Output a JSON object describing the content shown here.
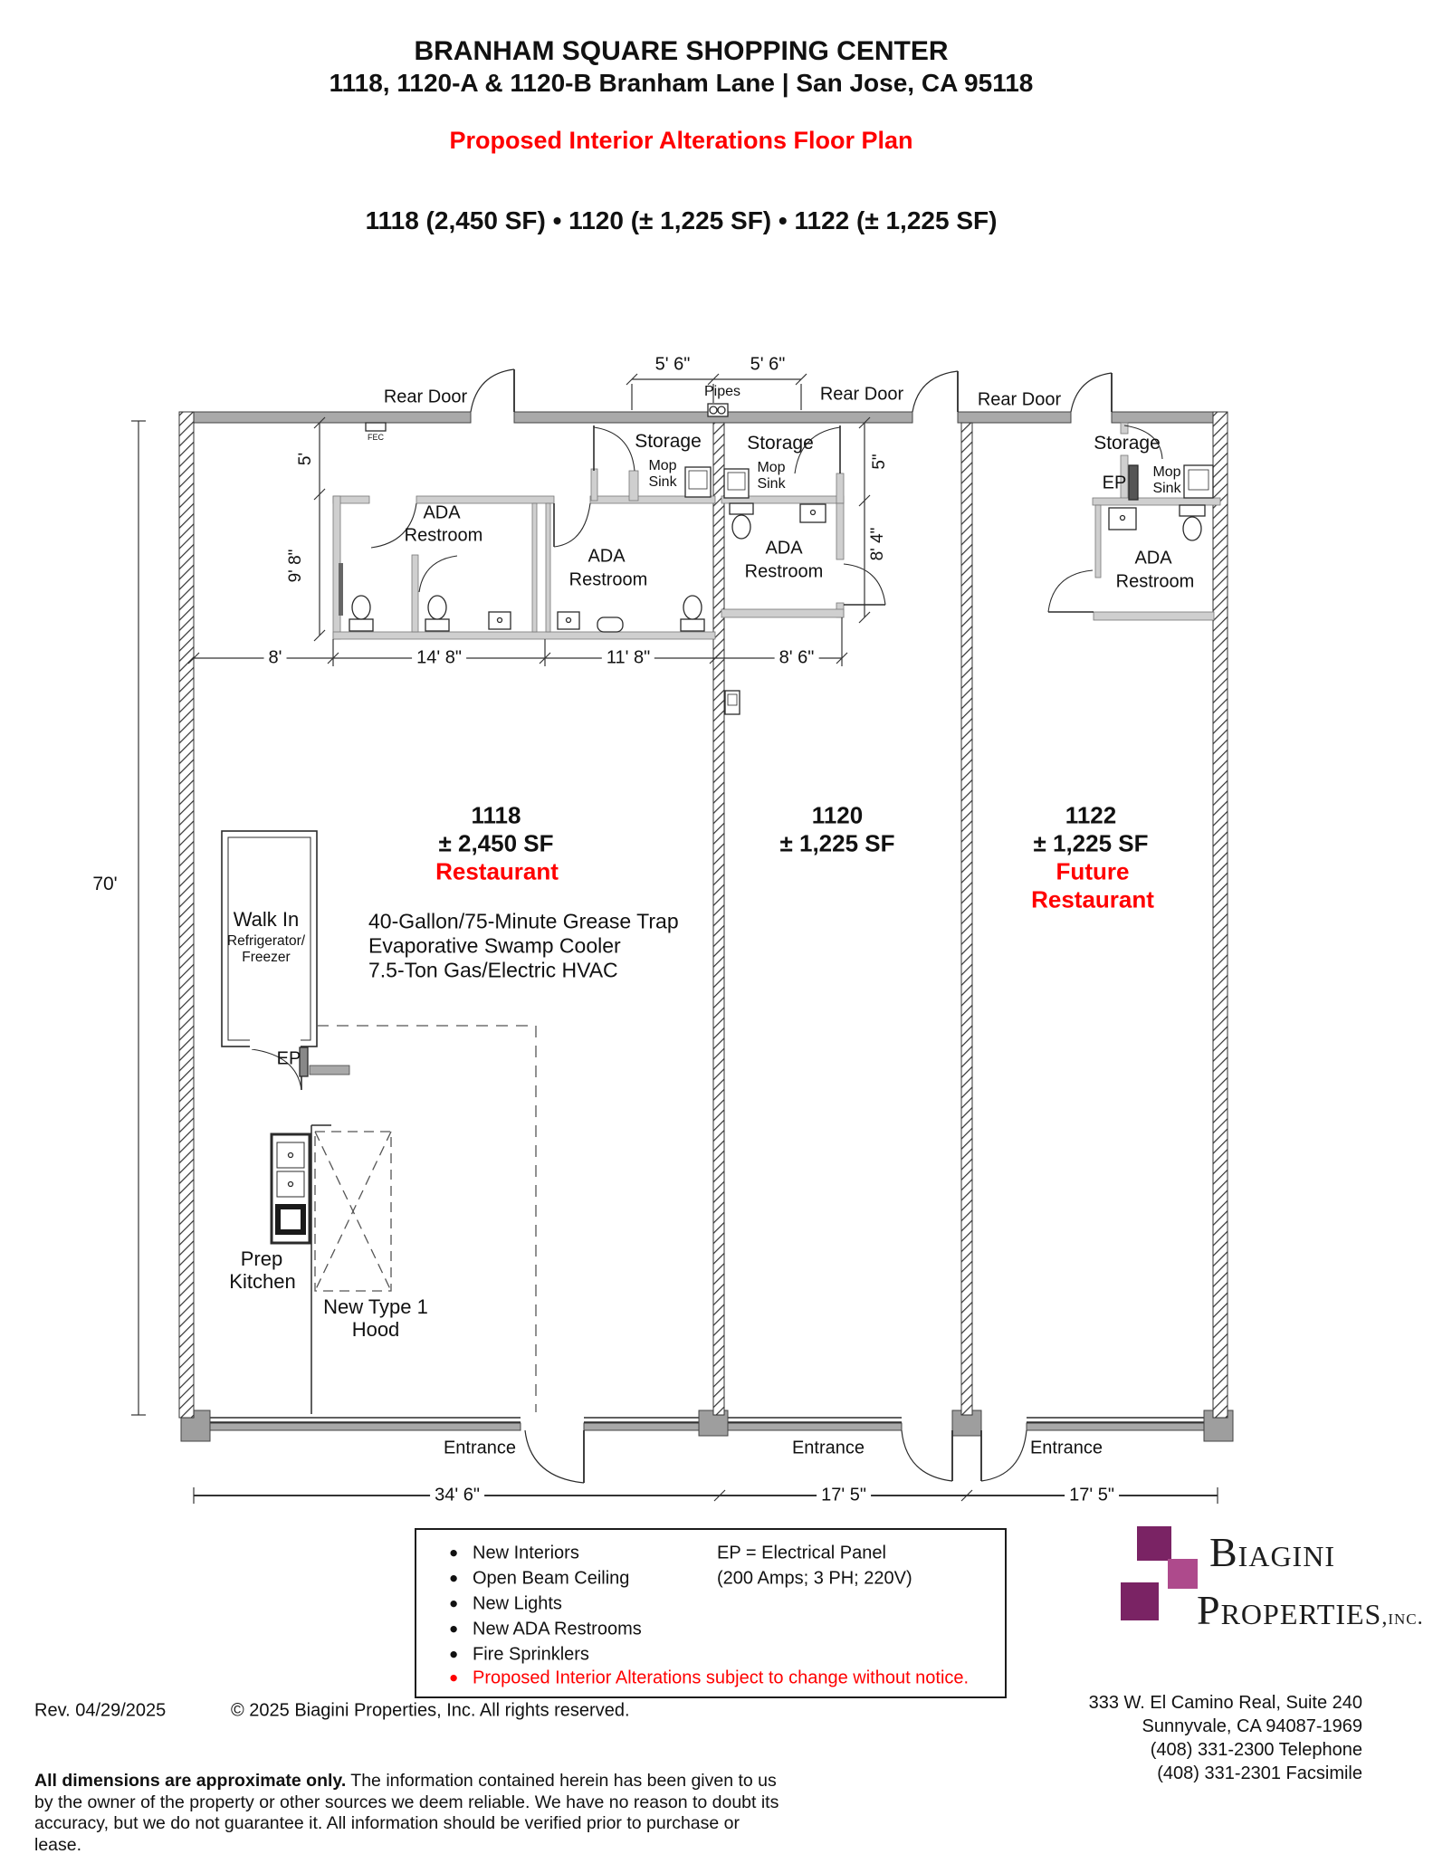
{
  "header": {
    "title": "BRANHAM SQUARE SHOPPING CENTER",
    "address": "1118, 1120-A & 1120-B Branham Lane | San Jose, CA 95118",
    "subtitle": "Proposed Interior Alterations Floor Plan",
    "sizes": "1118 (2,450 SF) • 1120 (± 1,225 SF) • 1122 (± 1,225 SF)"
  },
  "plan": {
    "labels": {
      "rear_door": "Rear Door",
      "entrance": "Entrance",
      "storage": "Storage",
      "mop": "Mop",
      "sink": "Sink",
      "ada": "ADA",
      "restroom": "Restroom",
      "pipes": "Pipes",
      "fec": "FEC",
      "ep": "EP",
      "walk_in": "Walk In",
      "refrigerator": "Refrigerator/",
      "freezer": "Freezer",
      "prep": "Prep",
      "kitchen": "Kitchen",
      "hood_line1": "New Type 1",
      "hood_line2": "Hood"
    },
    "units": {
      "u1118": {
        "number": "1118",
        "area": "± 2,450 SF",
        "use": "Restaurant",
        "notes": [
          "40-Gallon/75-Minute Grease Trap",
          "Evaporative Swamp Cooler",
          "7.5-Ton Gas/Electric HVAC"
        ]
      },
      "u1120": {
        "number": "1120",
        "area": "± 1,225 SF"
      },
      "u1122": {
        "number": "1122",
        "area": "± 1,225 SF",
        "use_line1": "Future",
        "use_line2": "Restaurant"
      }
    },
    "dims": {
      "w56": "5' 6\"",
      "h5": "5'",
      "h98": "9' 8\"",
      "w8": "8'",
      "w148": "14' 8\"",
      "w118": "11' 8\"",
      "w86": "8' 6\"",
      "h5b": "5\"",
      "h84": "8' 4\"",
      "h70": "70'",
      "w346": "34' 6\"",
      "w175": "17' 5\""
    }
  },
  "legend": {
    "items": [
      "New Interiors",
      "Open Beam Ceiling",
      "New Lights",
      "New ADA Restrooms",
      "Fire Sprinklers"
    ],
    "notice": "Proposed Interior Alterations subject to change without notice.",
    "ep_line1": "EP = Electrical Panel",
    "ep_line2": "(200 Amps; 3 PH; 220V)"
  },
  "footer": {
    "rev": "Rev. 04/29/2025",
    "copyright": "© 2025 Biagini Properties, Inc.  All rights reserved.",
    "disclaimer_bold": "All dimensions are approximate only.",
    "disclaimer": "  The information contained herein has been given to us by the owner of the property or other sources we deem reliable.  We have no reason to doubt its accuracy, but we do not guarantee it.  All information should be verified prior to purchase or lease.",
    "logo_line1": "Biagini",
    "logo_line2": "Properties",
    "logo_suffix": ",inc.",
    "address": [
      "333 W. El Camino Real, Suite 240",
      "Sunnyvale, CA 94087-1969",
      "(408) 331-2300 Telephone",
      "(408) 331-2301 Facsimile"
    ]
  }
}
